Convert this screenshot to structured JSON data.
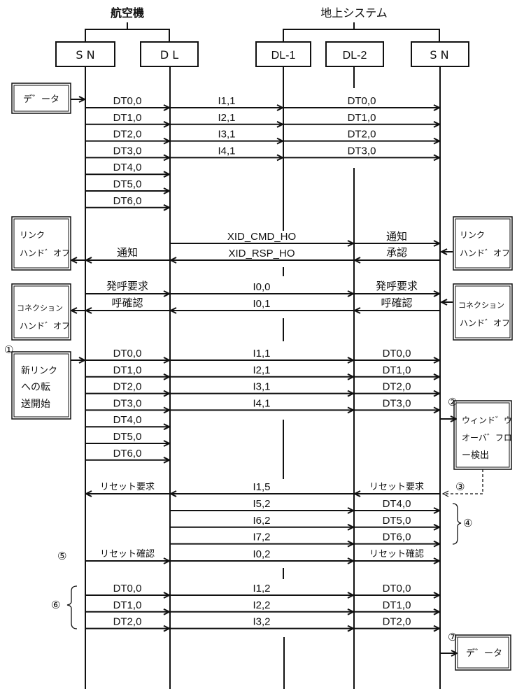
{
  "groups": {
    "aircraft": "航空機",
    "ground": "地上システム"
  },
  "lifelines": [
    {
      "id": "sn_air",
      "label": "S N"
    },
    {
      "id": "dl_air",
      "label": "D L"
    },
    {
      "id": "dl1",
      "label": "DL-1"
    },
    {
      "id": "dl2",
      "label": "DL-2"
    },
    {
      "id": "sn_gnd",
      "label": "S N"
    }
  ],
  "side_boxes": {
    "data_in": "デ゛ータ",
    "link_handoff_air": [
      "リンク",
      "ハンド゛オフ"
    ],
    "link_handoff_gnd": [
      "リンク",
      "ハンド゛オフ"
    ],
    "conn_handoff_air": [
      "コネクション",
      "ハンド゛オフ"
    ],
    "conn_handoff_gnd": [
      "コネクション",
      "ハンド゛オフ"
    ],
    "new_link_start": [
      "新リンク",
      "への転",
      "送開始"
    ],
    "window_overflow": [
      "ウィンド゛ウ",
      "オーバ゛フロ",
      "ー検出"
    ],
    "data_out": "デ゛ータ"
  },
  "markers": {
    "m1": "①",
    "m2": "②",
    "m3": "③",
    "m4": "④",
    "m5": "⑤",
    "m6": "⑥",
    "m7": "⑦"
  },
  "messages": {
    "block1": {
      "left": [
        "DT0,0",
        "DT1,0",
        "DT2,0",
        "DT3,0",
        "DT4,0",
        "DT5,0",
        "DT6,0"
      ],
      "mid": [
        "I1,1",
        "I2,1",
        "I3,1",
        "I4,1"
      ],
      "right": [
        "DT0,0",
        "DT1,0",
        "DT2,0",
        "DT3,0"
      ]
    },
    "handoff": {
      "xid_cmd": "XID_CMD_HO",
      "xid_rsp": "XID_RSP_HO",
      "notify_gnd": "通知",
      "ack_gnd": "承認",
      "notify_air": "通知"
    },
    "connection": {
      "call_req_air": "発呼要求",
      "call_conf_air": "呼確認",
      "i00": "I0,0",
      "i01": "I0,1",
      "call_req_gnd": "発呼要求",
      "call_conf_gnd": "呼確認"
    },
    "block2": {
      "left": [
        "DT0,0",
        "DT1,0",
        "DT2,0",
        "DT3,0",
        "DT4,0",
        "DT5,0",
        "DT6,0"
      ],
      "mid": [
        "I1,1",
        "I2,1",
        "I3,1",
        "I4,1"
      ],
      "right": [
        "DT0,0",
        "DT1,0",
        "DT2,0",
        "DT3,0"
      ]
    },
    "reset": {
      "reset_req_air": "リセット要求",
      "i15": "I1,5",
      "reset_req_gnd": "リセット要求",
      "mid": [
        "I5,2",
        "I6,2",
        "I7,2"
      ],
      "right": [
        "DT4,0",
        "DT5,0",
        "DT6,0"
      ],
      "reset_conf_air": "リセット確認",
      "i02": "I0,2",
      "reset_conf_gnd": "リセット確認"
    },
    "block3": {
      "left": [
        "DT0,0",
        "DT1,0",
        "DT2,0"
      ],
      "mid": [
        "I1,2",
        "I2,2",
        "I3,2"
      ],
      "right": [
        "DT0,0",
        "DT1,0",
        "DT2,0"
      ]
    }
  }
}
